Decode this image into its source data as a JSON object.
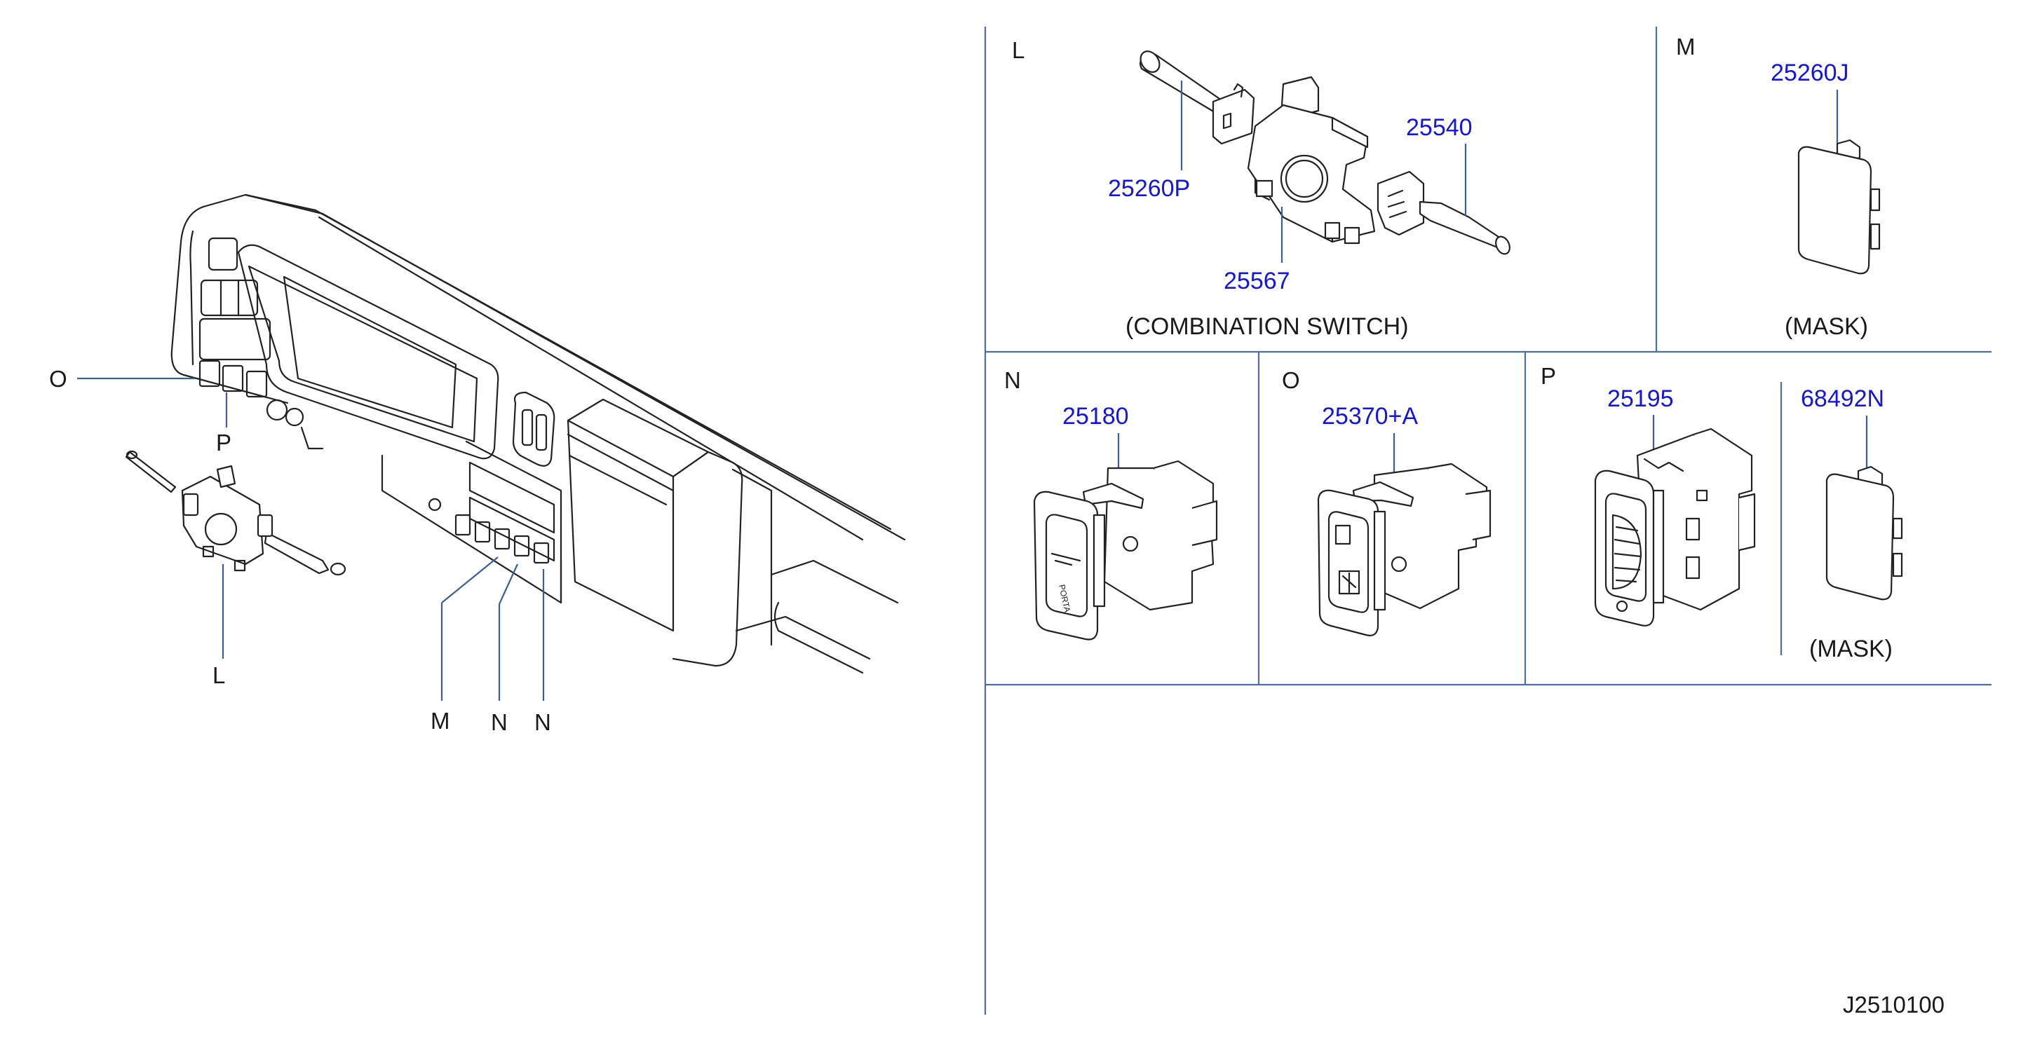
{
  "callouts": {
    "O": "O",
    "P": "P",
    "L": "L",
    "M": "M",
    "N1": "N",
    "N2": "N"
  },
  "panels": {
    "L": {
      "letter": "L",
      "caption": "(COMBINATION   SWITCH)",
      "parts": [
        "25260P",
        "25567",
        "25540"
      ]
    },
    "M": {
      "letter": "M",
      "caption": "(MASK)",
      "parts": [
        "25260J"
      ]
    },
    "N": {
      "letter": "N",
      "parts": [
        "25180"
      ]
    },
    "O": {
      "letter": "O",
      "parts": [
        "25370+A"
      ]
    },
    "P": {
      "letter": "P",
      "caption": "(MASK)",
      "parts": [
        "25195",
        "68492N"
      ]
    }
  },
  "diagram_code": "J2510100",
  "colors": {
    "part_number": "#1515e0",
    "line": "#222222",
    "grid": "#4a6ea8"
  }
}
